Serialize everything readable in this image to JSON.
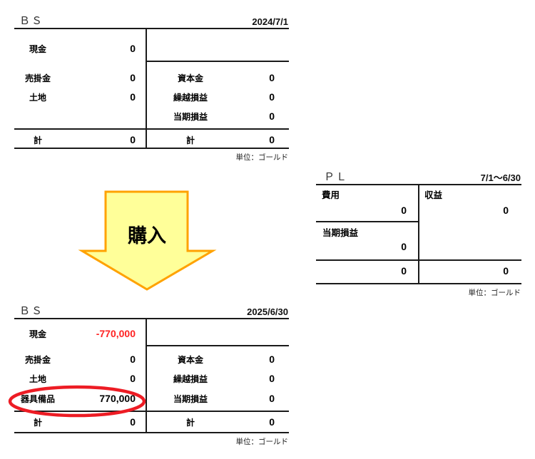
{
  "colors": {
    "table_line": "#1a1a1a",
    "negative_value": "#ff2222",
    "highlight_ellipse": "#ed1c24",
    "arrow_fill": "#ffff99",
    "arrow_border": "#ffa200"
  },
  "bs_before": {
    "title": "ＢＳ",
    "date": "2024/7/1",
    "assets": [
      {
        "label": "現金",
        "value": "0"
      },
      {
        "label": "売掛金",
        "value": "0"
      },
      {
        "label": "土地",
        "value": "0"
      }
    ],
    "liabilities_equity": [
      {
        "label": "資本金",
        "value": "0"
      },
      {
        "label": "繰越損益",
        "value": "0"
      },
      {
        "label": "当期損益",
        "value": "0"
      }
    ],
    "total_label": "計",
    "assets_total": "0",
    "equity_total": "0",
    "unit": "単位：ゴールド"
  },
  "arrow": {
    "label": "購入"
  },
  "pl": {
    "title": "ＰＬ",
    "period": "7/1～6/30",
    "expense_label": "費用",
    "expense_value": "0",
    "net_income_label": "当期損益",
    "net_income_value": "0",
    "revenue_label": "収益",
    "revenue_value": "0",
    "expense_total": "0",
    "revenue_total": "0",
    "unit": "単位：ゴールド"
  },
  "bs_after": {
    "title": "ＢＳ",
    "date": "2025/6/30",
    "assets": [
      {
        "label": "現金",
        "value": "-770,000"
      },
      {
        "label": "売掛金",
        "value": "0"
      },
      {
        "label": "土地",
        "value": "0"
      },
      {
        "label": "器具備品",
        "value": "770,000"
      }
    ],
    "liabilities_equity": [
      {
        "label": "資本金",
        "value": "0"
      },
      {
        "label": "繰越損益",
        "value": "0"
      },
      {
        "label": "当期損益",
        "value": "0"
      }
    ],
    "total_label": "計",
    "assets_total": "0",
    "equity_total": "0",
    "unit": "単位：ゴールド"
  }
}
